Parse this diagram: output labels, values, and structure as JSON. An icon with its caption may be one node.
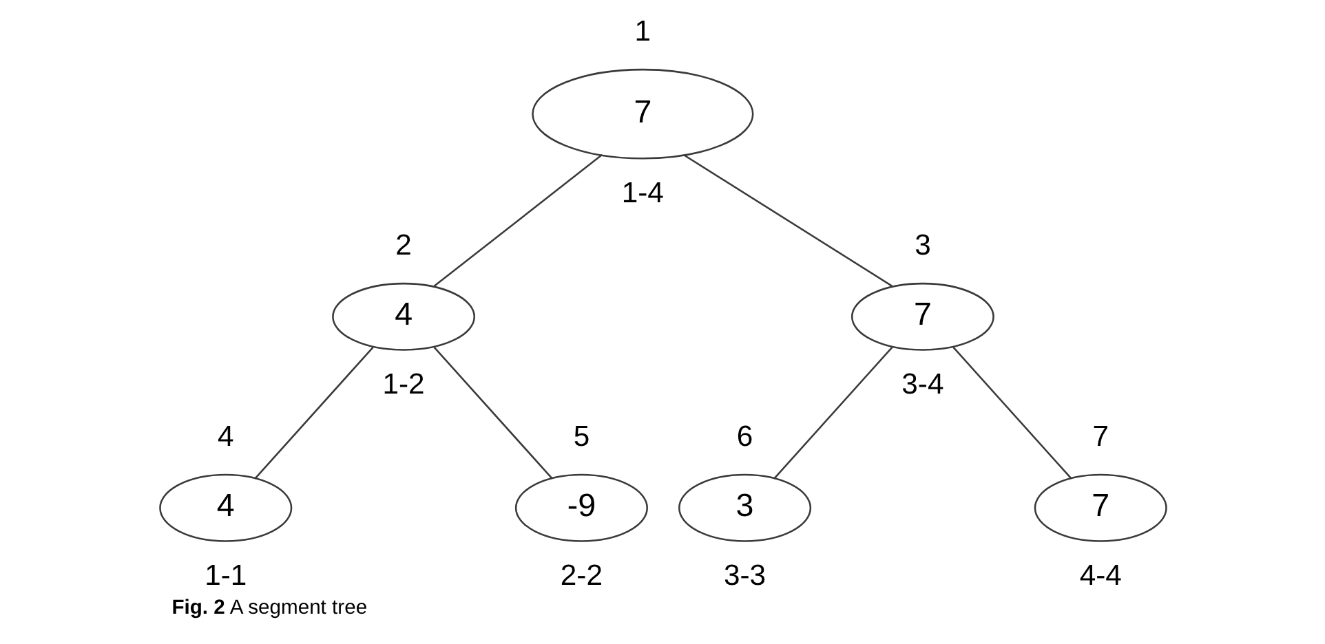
{
  "diagram": {
    "caption": "**Fig. 2** A segment tree",
    "nodes": [
      {
        "text": [
          "7"
        ],
        "beside": [
          "1",
          "1-4"
        ]
      },
      {
        "text": [
          "4"
        ],
        "beside": [
          "2",
          "1-2"
        ]
      },
      {
        "text": [
          "7"
        ],
        "beside": [
          "3",
          "3-4"
        ]
      },
      {
        "text": [
          "4"
        ],
        "beside": [
          "4",
          "1-1"
        ]
      },
      {
        "text": [
          "-9"
        ],
        "beside": [
          "5",
          "2-2"
        ]
      },
      {
        "text": [
          "3"
        ],
        "beside": [
          "6",
          "3-3"
        ]
      },
      {
        "text": [
          "7"
        ],
        "beside": [
          "7",
          "4-4"
        ]
      }
    ],
    "edges": [
      {
        "from": 0,
        "to": 1,
        "arrow": "none"
      },
      {
        "from": 0,
        "to": 2,
        "arrow": "none"
      },
      {
        "from": 1,
        "to": 3,
        "arrow": "none"
      },
      {
        "from": 1,
        "to": 4,
        "arrow": "none"
      },
      {
        "from": 2,
        "to": 5,
        "arrow": "none"
      },
      {
        "from": 2,
        "to": 6,
        "arrow": "none"
      }
    ]
  }
}
